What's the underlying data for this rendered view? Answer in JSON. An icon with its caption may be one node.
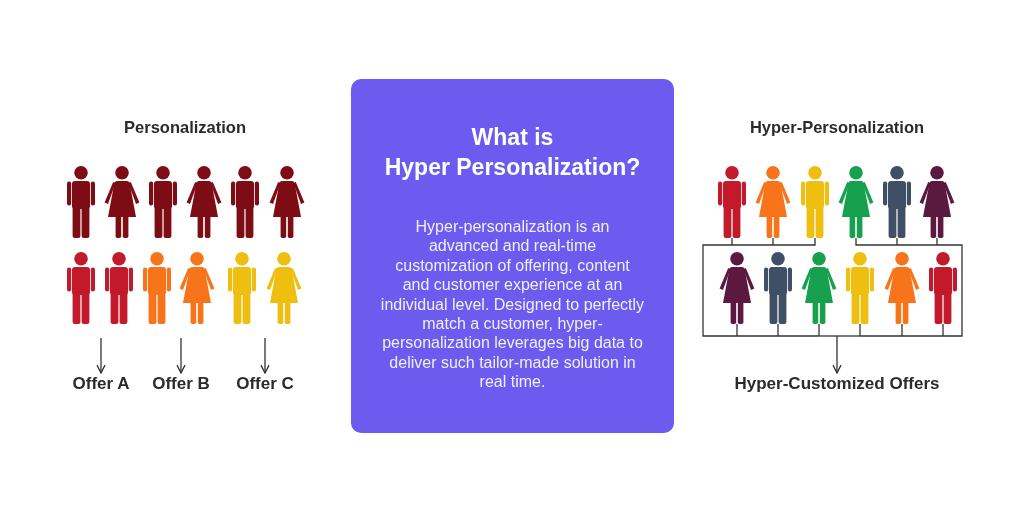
{
  "diagram": {
    "nodes": [
      {
        "text": [],
        "shape": "person"
      },
      {
        "text": [],
        "shape": "person"
      },
      {
        "text": [],
        "shape": "person"
      },
      {
        "text": [],
        "shape": "person"
      },
      {
        "text": [],
        "shape": "person"
      },
      {
        "text": [],
        "shape": "person"
      },
      {
        "text": [],
        "shape": "person"
      },
      {
        "text": [],
        "shape": "person"
      },
      {
        "text": [],
        "shape": "person"
      },
      {
        "text": [],
        "shape": "person"
      },
      {
        "text": [],
        "shape": "person"
      },
      {
        "text": [],
        "shape": "person"
      },
      {
        "text": [
          "Offer A"
        ]
      },
      {
        "text": [
          "Offer B"
        ]
      },
      {
        "text": [
          "Offer C"
        ]
      },
      {
        "text": [
          "What is Hyper Personalization?",
          "Hyper-personalization is an advanced and real-time customization of offering, content and customer experience at an individual level. Designed to perfectly match a customer, hyper-personalization leverages big data to deliver such tailor-made solution in real time."
        ]
      },
      {
        "text": [],
        "shape": "person"
      },
      {
        "text": [],
        "shape": "person"
      },
      {
        "text": [],
        "shape": "person"
      },
      {
        "text": [],
        "shape": "person"
      },
      {
        "text": [],
        "shape": "person"
      },
      {
        "text": [],
        "shape": "person"
      },
      {
        "text": [],
        "shape": "person"
      },
      {
        "text": [],
        "shape": "person"
      },
      {
        "text": [],
        "shape": "person"
      },
      {
        "text": [],
        "shape": "person"
      },
      {
        "text": [],
        "shape": "person"
      },
      {
        "text": [],
        "shape": "person"
      },
      {
        "text": [
          "Hyper-Customized Offers"
        ]
      }
    ],
    "edges": [
      {
        "from": null,
        "to": 12,
        "arrow": "to"
      },
      {
        "from": null,
        "to": 13,
        "arrow": "to"
      },
      {
        "from": null,
        "to": 14,
        "arrow": "to"
      },
      {
        "from": 16,
        "to": 28,
        "arrow": "to"
      },
      {
        "from": 17,
        "to": 28,
        "arrow": "to"
      },
      {
        "from": 18,
        "to": 28,
        "arrow": "to"
      },
      {
        "from": 19,
        "to": 28,
        "arrow": "to"
      },
      {
        "from": 20,
        "to": 28,
        "arrow": "to"
      },
      {
        "from": 21,
        "to": 28,
        "arrow": "to"
      },
      {
        "from": 22,
        "to": 28,
        "arrow": "to"
      },
      {
        "from": 23,
        "to": 28,
        "arrow": "to"
      },
      {
        "from": 24,
        "to": 28,
        "arrow": "to"
      },
      {
        "from": 25,
        "to": 28,
        "arrow": "to"
      },
      {
        "from": 26,
        "to": 28,
        "arrow": "to"
      },
      {
        "from": 27,
        "to": 28,
        "arrow": "to"
      }
    ],
    "labels": [
      "Personalization",
      "Hyper-Personalization"
    ]
  }
}
